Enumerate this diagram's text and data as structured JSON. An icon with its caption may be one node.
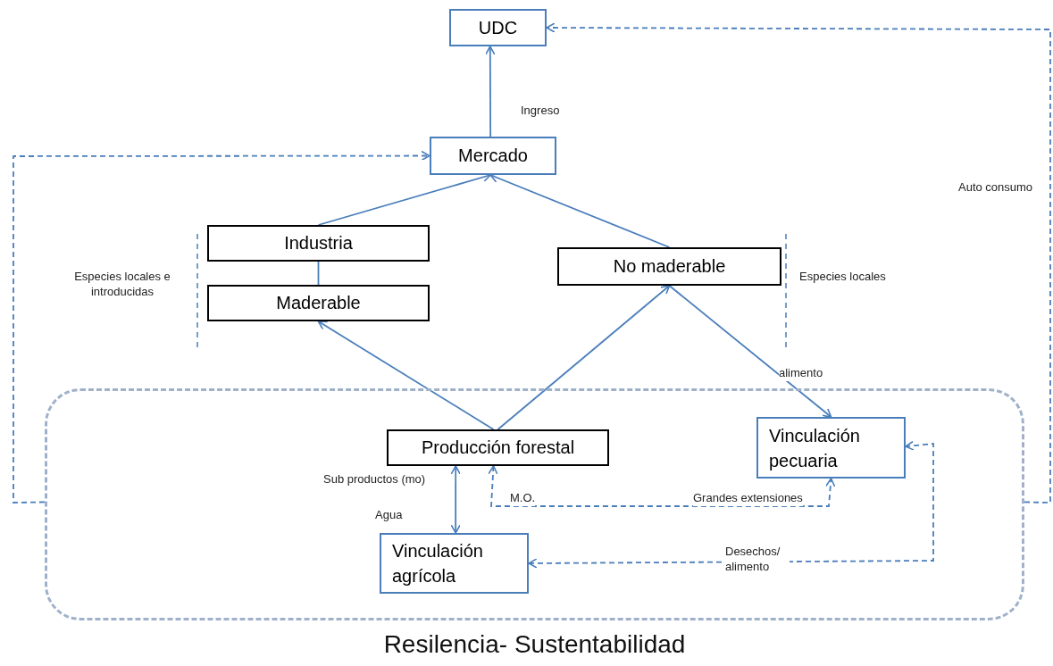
{
  "diagram": {
    "nodes": [
      {
        "text": [
          "UDC"
        ]
      },
      {
        "text": [
          "Mercado"
        ]
      },
      {
        "text": [
          "Industria"
        ]
      },
      {
        "text": [
          "Maderable"
        ]
      },
      {
        "text": [
          "No maderable"
        ]
      },
      {
        "text": [
          "Resilencia- Sustentabilidad"
        ]
      },
      {
        "text": [
          "Producción forestal"
        ],
        "in": 5
      },
      {
        "text": [
          "Vinculación pecuaria"
        ],
        "in": 5
      },
      {
        "text": [
          "Vinculación agrícola"
        ],
        "in": 5
      }
    ],
    "edges": [
      {
        "from": 1,
        "to": 0,
        "arrow": "to",
        "label": "Ingreso"
      },
      {
        "from": 2,
        "to": 1,
        "arrow": "to"
      },
      {
        "from": 4,
        "to": 1,
        "arrow": "to"
      },
      {
        "from": 2,
        "to": 3,
        "arrow": "none"
      },
      {
        "from": 6,
        "to": 3,
        "arrow": "to"
      },
      {
        "from": 6,
        "to": 4,
        "arrow": "to"
      },
      {
        "from": 4,
        "to": 7,
        "arrow": "to",
        "label": "alimento"
      },
      {
        "from": 6,
        "to": 8,
        "arrow": "both",
        "label": "Sub productos (mo)"
      },
      {
        "from": 6,
        "to": 7,
        "arrow": "both",
        "style": "dashed",
        "label": "Grandes extensiones"
      },
      {
        "from": 8,
        "to": 7,
        "arrow": "both",
        "style": "dashed",
        "label": "Desechos/ alimento"
      },
      {
        "from": 5,
        "to": 1,
        "arrow": "to",
        "style": "dashed"
      },
      {
        "from": 5,
        "to": 0,
        "arrow": "to",
        "style": "dashed",
        "label": "Auto consumo"
      }
    ],
    "labels": [
      "Especies locales e introducidas",
      "Especies locales",
      "Agua",
      "M.O."
    ]
  }
}
